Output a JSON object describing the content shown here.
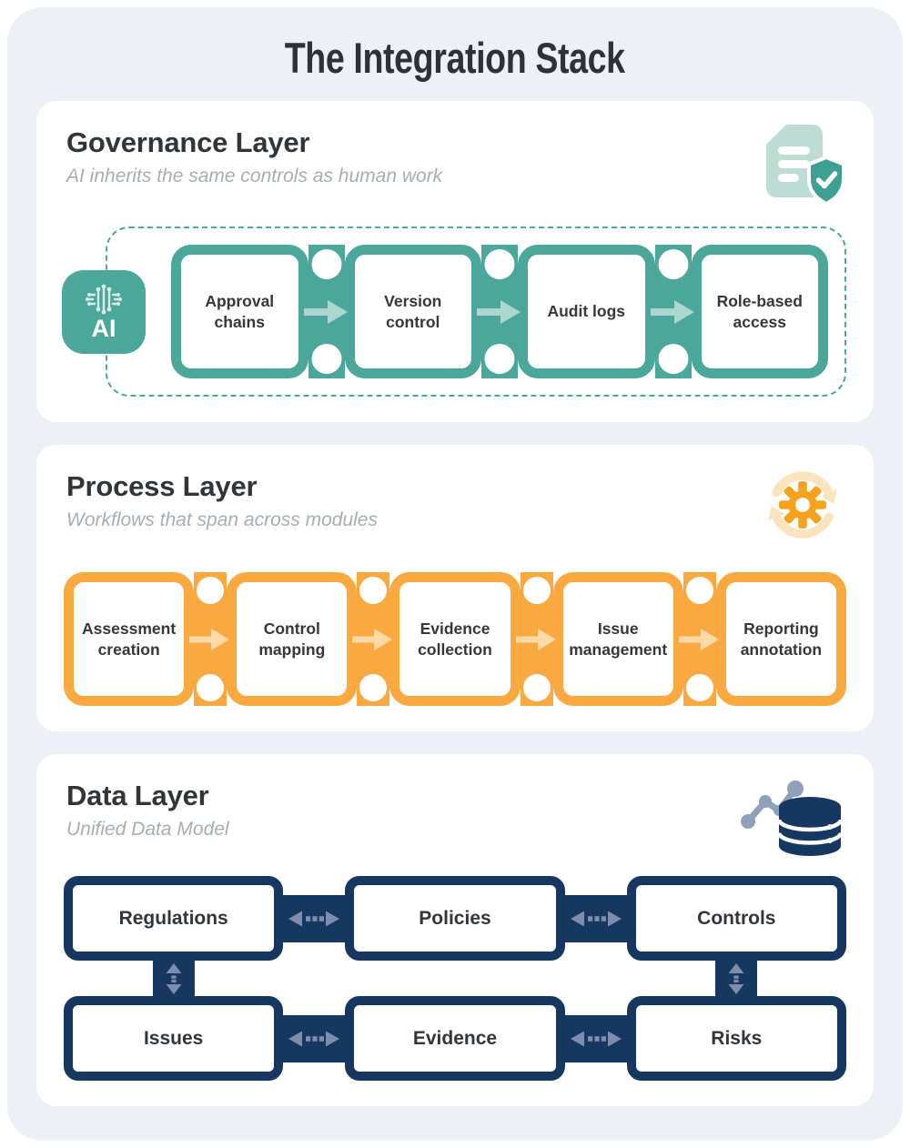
{
  "theme": {
    "pageBg": "#edf1f6",
    "cardBg": "#ffffff",
    "ink": "#323538",
    "muted": "#a7acb5",
    "teal": "#4aa79a",
    "tealLight": "#abd7cf",
    "tealSoft": "#bcdcd4",
    "tealDeep": "#3da092",
    "orange": "#f9a93f",
    "orangeLight": "#fcd9a6",
    "orangeSoft": "#fae3bd",
    "orangeDeep": "#f6a21f",
    "navy": "#163760",
    "slate": "#7d8dab"
  },
  "page": {
    "title": "The Integration Stack"
  },
  "icons": {
    "governance": "document-shield-icon",
    "process": "sync-gear-icon",
    "data": "network-database-icon",
    "badge": "ai-chip-icon",
    "flow": "arrow-right-icon",
    "link_horizontal": "double-arrow-horizontal-icon",
    "link_vertical": "double-arrow-vertical-icon"
  },
  "governance": {
    "title": "Governance Layer",
    "subtitle": "AI inherits the same controls as human work",
    "badge_label": "AI",
    "steps": [
      "Approval chains",
      "Version control",
      "Audit logs",
      "Role-based access"
    ]
  },
  "process": {
    "title": "Process Layer",
    "subtitle": "Workflows that span across modules",
    "steps": [
      "Assessment creation",
      "Control mapping",
      "Evidence collection",
      "Issue management",
      "Reporting annotation"
    ]
  },
  "data_layer": {
    "title": "Data Layer",
    "subtitle": "Unified Data Model",
    "rows": [
      [
        "Regulations",
        "Policies",
        "Controls"
      ],
      [
        "Issues",
        "Evidence",
        "Risks"
      ]
    ]
  }
}
